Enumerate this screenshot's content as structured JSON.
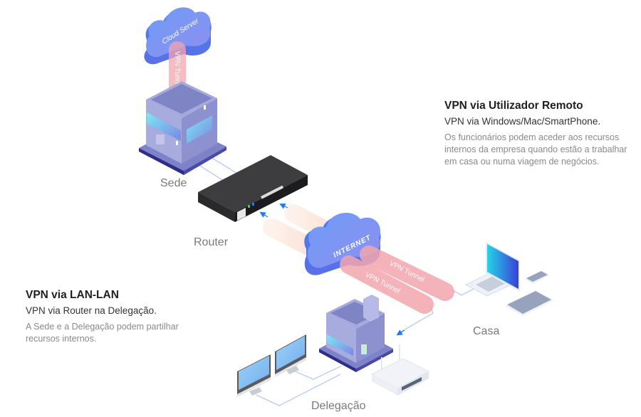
{
  "remote_vpn": {
    "title": "VPN via Utilizador Remoto",
    "subtitle": "VPN via Windows/Mac/SmartPhone.",
    "description": "Os funcionários podem aceder aos recursos internos da empresa quando estão a trabalhar em casa ou numa viagem de negócios."
  },
  "lan_vpn": {
    "title": "VPN via LAN-LAN",
    "subtitle": "VPN via Router na Delegação.",
    "description": "A Sede e a Delegação podem partilhar recursos internos."
  },
  "nodes": {
    "sede": "Sede",
    "router": "Router",
    "casa": "Casa",
    "delegacao": "Delegação"
  },
  "clouds": {
    "cloud_server": "Cloud Server",
    "internet": "INTERNET"
  },
  "tunnels": {
    "cloud_tunnel": "VPN Tunnel",
    "casa_tunnel": "VPN Tunnel",
    "delegacao_tunnel": "VPN Tunnel"
  },
  "colors": {
    "cloud_blue": "#5b86f0",
    "tunnel_pink": "#f2a6ad",
    "tunnel_peach": "#fbe3d6",
    "link_line": "#a9c6f2",
    "arrow_blue": "#1f7bf0",
    "building_purple": "#9a9ed6",
    "router_dark": "#3a3a3c"
  }
}
